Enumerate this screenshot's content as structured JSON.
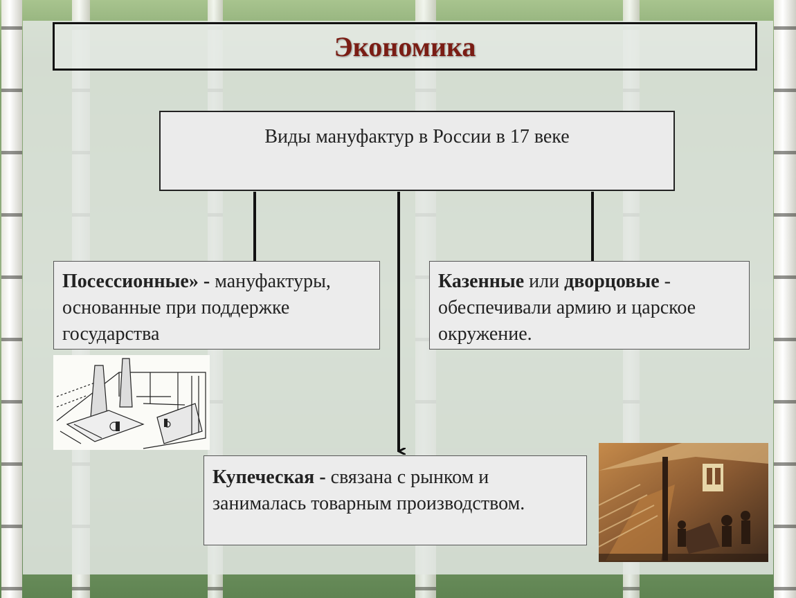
{
  "title": "Экономика",
  "top_box": {
    "text": "Виды мануфактур в России в 17 веке"
  },
  "left_box": {
    "bold": "Посессионные» -",
    "text": " мануфактуры, основанные при поддержке государства"
  },
  "right_box": {
    "bold1": "Казенные",
    "mid": " или ",
    "bold2": "дворцовые",
    "dash": " -",
    "text": " обеспечивали армию и царское окружение."
  },
  "bottom_box": {
    "bold": "Купеческая -",
    "text": " связана с рынком и занималась товарным производством."
  },
  "images": {
    "sketch_caption": "",
    "painting_caption": ""
  },
  "colors": {
    "title": "#7a1d14",
    "panel": "#e2e6e2",
    "box": "#ececec"
  }
}
